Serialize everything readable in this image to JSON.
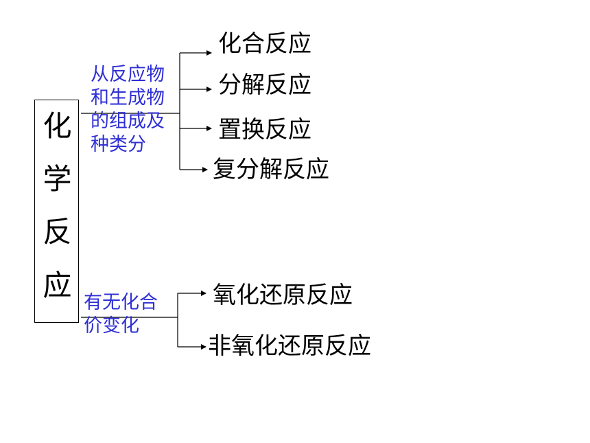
{
  "root": {
    "chars": [
      "化",
      "学",
      "反",
      "应"
    ]
  },
  "criteria": [
    {
      "lines": [
        "从反应物",
        "和生成物",
        "的组成及",
        "种类分"
      ],
      "children": [
        "化合反应",
        "分解反应",
        "置换反应",
        "复分解反应"
      ]
    },
    {
      "lines": [
        "有无化合",
        "价变化"
      ],
      "children": [
        "氧化还原反应",
        "非氧化还原反应"
      ]
    }
  ],
  "colors": {
    "criterion_text": "#2f2fd6",
    "lines": "#000000"
  }
}
